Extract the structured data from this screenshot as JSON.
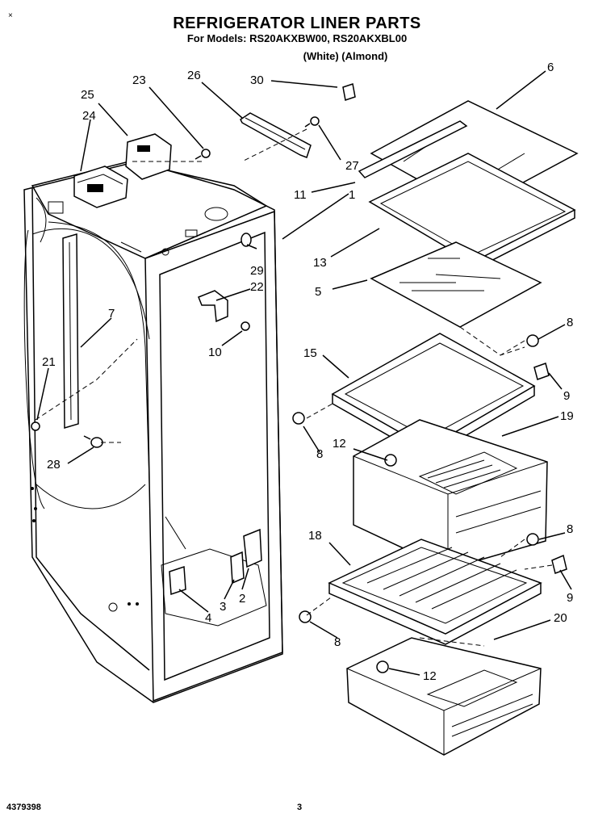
{
  "header": {
    "title": "REFRIGERATOR LINER PARTS",
    "models": "For Models: RS20AKXBW00, RS20AKXBL00",
    "variants": "(White)  (Almond)"
  },
  "corner_mark": "×",
  "footer": {
    "doc_number": "4379398",
    "page_number": "3"
  },
  "callouts": {
    "c1": "1",
    "c2": "2",
    "c3": "3",
    "c4": "4",
    "c5": "5",
    "c6": "6",
    "c7": "7",
    "c8a": "8",
    "c8b": "8",
    "c8c": "8",
    "c8d": "8",
    "c9a": "9",
    "c9b": "9",
    "c10": "10",
    "c11": "11",
    "c12a": "12",
    "c12b": "12",
    "c13": "13",
    "c15": "15",
    "c18": "18",
    "c19": "19",
    "c20": "20",
    "c21": "21",
    "c22": "22",
    "c23": "23",
    "c24": "24",
    "c25": "25",
    "c26": "26",
    "c27": "27",
    "c28": "28",
    "c29": "29",
    "c30": "30"
  }
}
